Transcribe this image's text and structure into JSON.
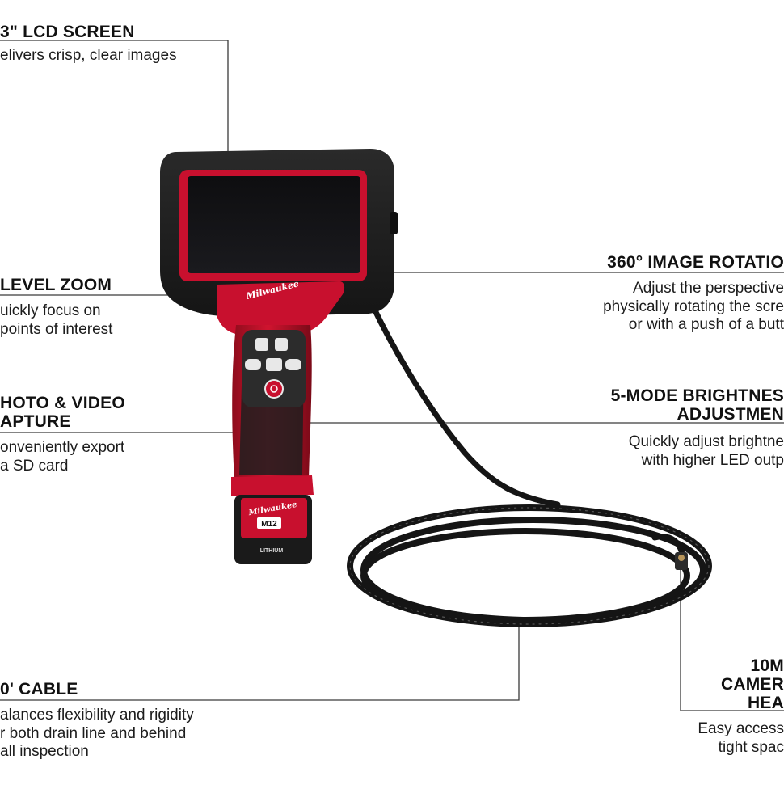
{
  "colors": {
    "brand_red": "#c8102e",
    "tool_black": "#1c1c1c",
    "line": "#333333",
    "text": "#111111"
  },
  "callouts": {
    "lcd": {
      "heading": "3\" LCD SCREEN",
      "desc": "elivers crisp, clear images"
    },
    "zoom": {
      "heading": "LEVEL ZOOM",
      "desc": "uickly focus on\npoints of interest"
    },
    "capture": {
      "heading": "HOTO & VIDEO\nAPTURE",
      "desc": "onveniently export\na SD card"
    },
    "cable": {
      "heading": "0' CABLE",
      "desc": "alances flexibility and rigidity\nr both drain line and behind\nall inspection"
    },
    "rotation": {
      "heading": "360° IMAGE ROTATIO",
      "desc": "Adjust the perspective\nphysically rotating the scre\nor with a push of a butt"
    },
    "brightness": {
      "heading": "5-MODE BRIGHTNES\nADJUSTMEN",
      "desc": "Quickly adjust brightne\nwith higher LED outp"
    },
    "camera_head": {
      "heading": "10M\nCAMER\nHEA",
      "desc": "Easy access\ntight spac"
    }
  },
  "product": {
    "brand_logo": "Milwaukee",
    "battery_brand": "Milwaukee",
    "battery_model": "M12",
    "battery_type": "LITHIUM"
  },
  "icons": [
    "zoom-icon",
    "rotate-icon",
    "photo-icon",
    "capture-icon",
    "light-icon",
    "power-icon"
  ]
}
